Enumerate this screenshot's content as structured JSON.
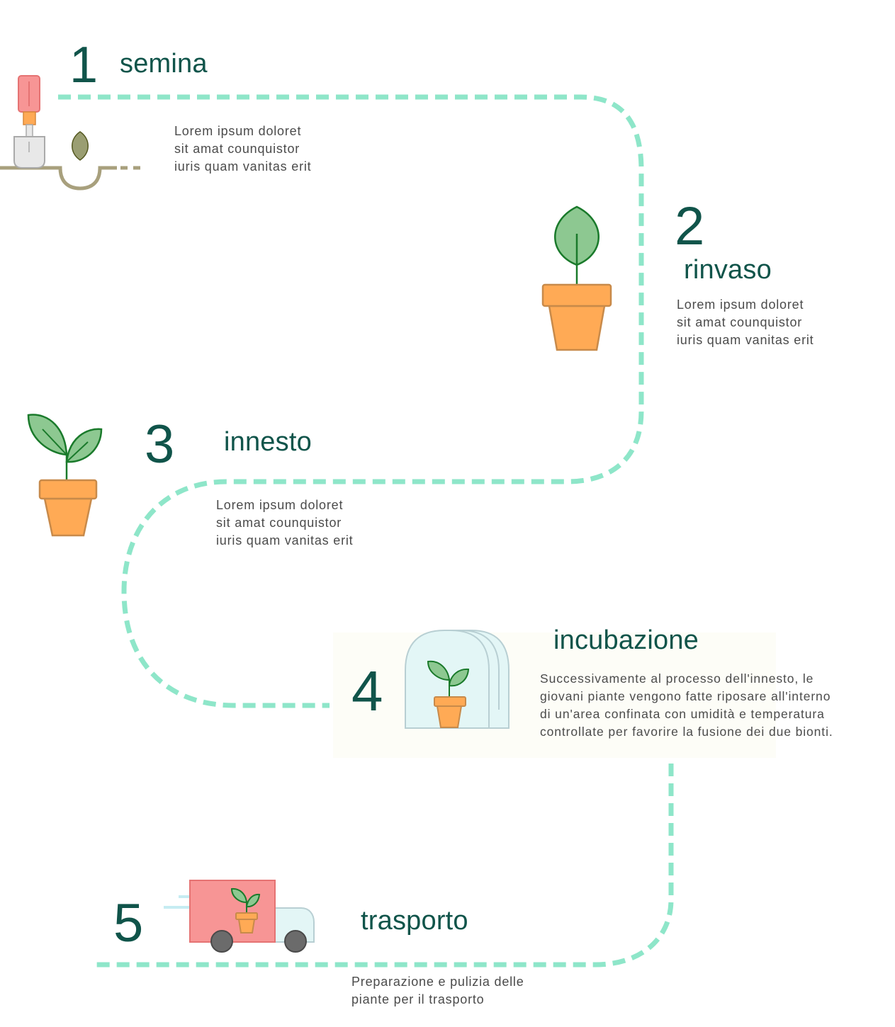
{
  "colors": {
    "path": "#8ee6c9",
    "heading": "#10544a",
    "text": "#4b4b4b",
    "leaf": "#8dc891",
    "leaf_stroke": "#1a7a2b",
    "pot": "#ffaa55",
    "pot_stroke": "#c88a4a",
    "soil": "#a8a07d",
    "truck_red": "#f79595",
    "greenhouse": "#e3f6f6",
    "highlight": "#fdfdf7"
  },
  "steps": [
    {
      "number": "1",
      "title": "semina",
      "icon": "shovel-seed-icon",
      "lines": [
        "Lorem ipsum doloret",
        "sit amat counquistor",
        "iuris quam vanitas erit"
      ]
    },
    {
      "number": "2",
      "title": "rinvaso",
      "icon": "potted-seedling-icon",
      "lines": [
        "Lorem ipsum doloret",
        "sit amat counquistor",
        "iuris quam vanitas erit"
      ]
    },
    {
      "number": "3",
      "title": "innesto",
      "icon": "potted-plant-icon",
      "lines": [
        "Lorem ipsum doloret",
        "sit amat counquistor",
        "iuris quam vanitas erit"
      ]
    },
    {
      "number": "4",
      "title": "incubazione",
      "icon": "greenhouse-icon",
      "lines": [
        "Successivamente al processo dell'innesto, le",
        "giovani piante vengono fatte riposare all'interno",
        "di un'area confinata con umidità e temperatura",
        "controllate per favorire la fusione dei due bionti."
      ]
    },
    {
      "number": "5",
      "title": "trasporto",
      "icon": "delivery-truck-icon",
      "lines": [
        "Preparazione e pulizia delle",
        "piante per il trasporto"
      ]
    }
  ]
}
